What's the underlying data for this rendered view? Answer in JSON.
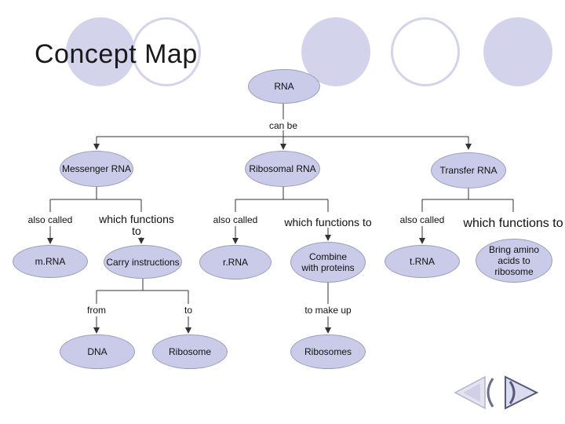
{
  "title": "Concept Map",
  "nodes": {
    "rna": "RNA",
    "messenger_rna": "Messenger RNA",
    "ribosomal_rna": "Ribosomal RNA",
    "transfer_rna": "Transfer RNA",
    "mrna": "m.RNA",
    "carry_instructions": "Carry instructions",
    "rrna": "r.RNA",
    "combine_with_proteins": "Combine with proteins",
    "trna": "t.RNA",
    "bring_amino_acids": "Bring amino acids to ribosome",
    "dna": "DNA",
    "ribosome": "Ribosome",
    "ribosomes": "Ribosomes"
  },
  "links": {
    "can_be": "can be",
    "also_called_1": "also called",
    "which_functions_to_1": "which functions to",
    "also_called_2": "also called",
    "which_functions_to_2": "which functions to",
    "also_called_3": "also called",
    "which_functions_to_3": "which functions to",
    "from": "from",
    "to": "to",
    "to_make_up": "to make up"
  },
  "nav": {
    "prev_icon": "left-arrow-icon",
    "home_icon": "parenthesis-icon",
    "next_icon": "right-arrow-icon"
  },
  "colors": {
    "node_fill": "#c9cbe8",
    "decor": "#d3d3ec",
    "line": "#333333"
  }
}
